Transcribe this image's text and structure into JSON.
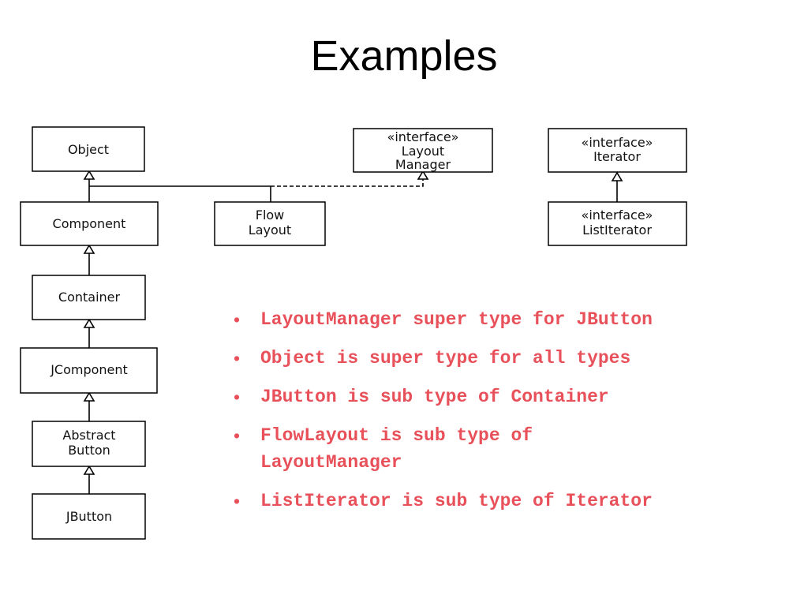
{
  "slide": {
    "title": "Examples"
  },
  "diagram": {
    "boxes": {
      "object": [
        "Object"
      ],
      "component": [
        "Component"
      ],
      "container": [
        "Container"
      ],
      "jcomponent": [
        "JComponent"
      ],
      "abstract_button": [
        "Abstract",
        "Button"
      ],
      "jbutton": [
        "JButton"
      ],
      "flow_layout": [
        "Flow",
        "Layout"
      ],
      "layout_manager": [
        "«interface»",
        "Layout",
        "Manager"
      ],
      "iterator": [
        "«interface»",
        "Iterator"
      ],
      "list_iterator": [
        "«interface»",
        "ListIterator"
      ]
    }
  },
  "bullets": [
    "LayoutManager super type for JButton",
    "Object is super type for all types",
    "JButton is sub type of Container",
    "FlowLayout is sub type of LayoutManager",
    "ListIterator is sub type of Iterator"
  ],
  "colors": {
    "bullet_text": "#e8505a",
    "lines": "#000000"
  }
}
